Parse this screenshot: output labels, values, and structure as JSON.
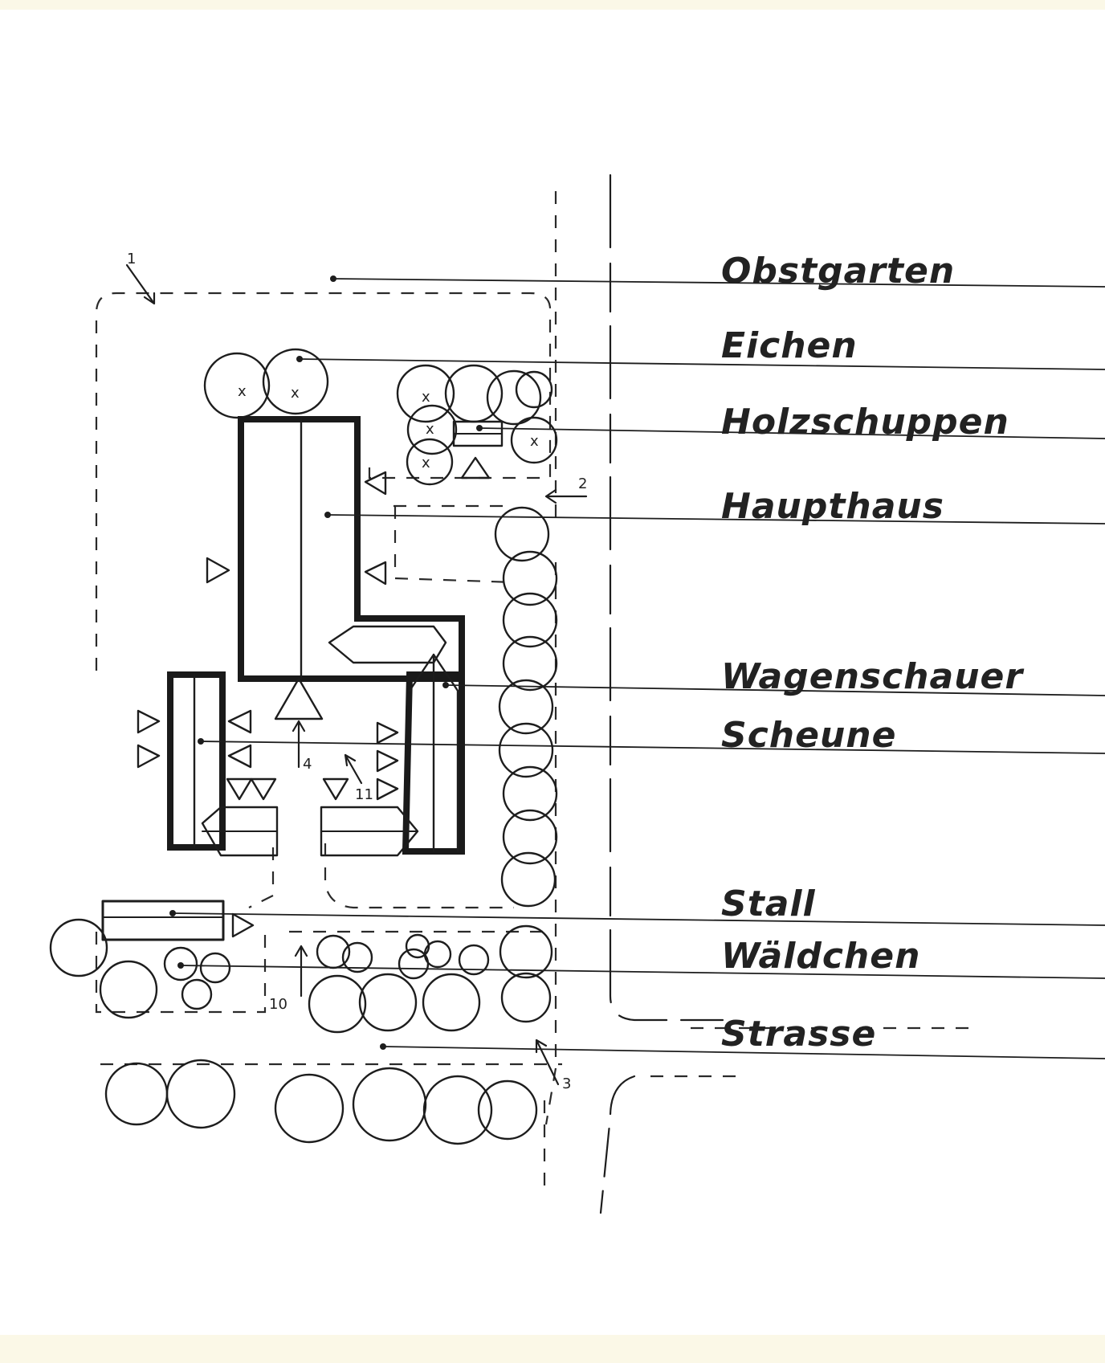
{
  "labels": {
    "obstgarten": "Obstgarten",
    "eichen": "Eichen",
    "holzschuppen": "Holzschuppen",
    "haupthaus": "Haupthaus",
    "wagenschauer": "Wagenschauer",
    "scheune": "Scheune",
    "stall": "Stall",
    "waeldchen": "Wäldchen",
    "strasse": "Strasse"
  },
  "viewpoints": {
    "v1": "1",
    "v2": "2",
    "v3": "3",
    "v4": "4",
    "v10": "10",
    "v11": "11"
  },
  "colors": {
    "paper": "#ffffff",
    "ink": "#1d1d1d",
    "border": "#fbf8e7"
  }
}
